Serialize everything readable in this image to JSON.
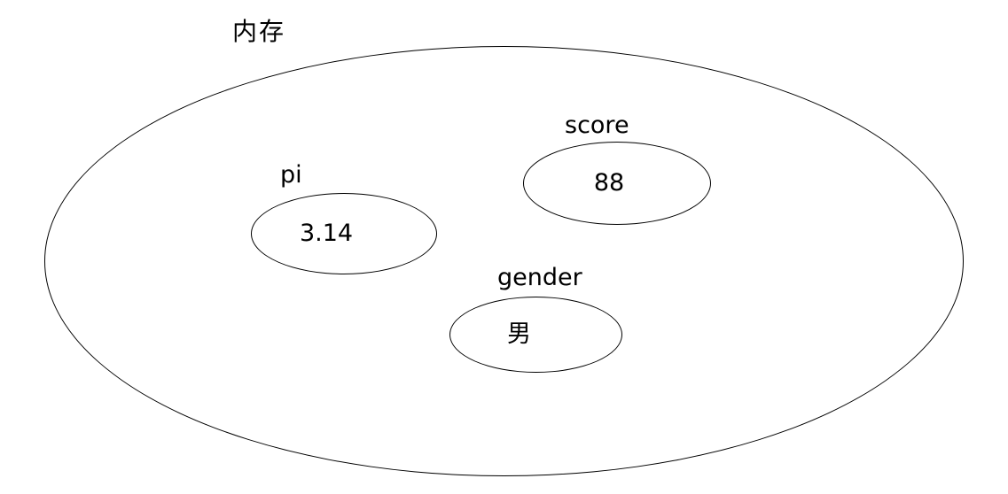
{
  "diagram": {
    "title": "内存",
    "variables": [
      {
        "name": "pi",
        "value": "3.14"
      },
      {
        "name": "score",
        "value": "88"
      },
      {
        "name": "gender",
        "value": "男"
      }
    ],
    "colors": {
      "background": "#ffffff",
      "stroke": "#000000",
      "text": "#000000"
    }
  }
}
